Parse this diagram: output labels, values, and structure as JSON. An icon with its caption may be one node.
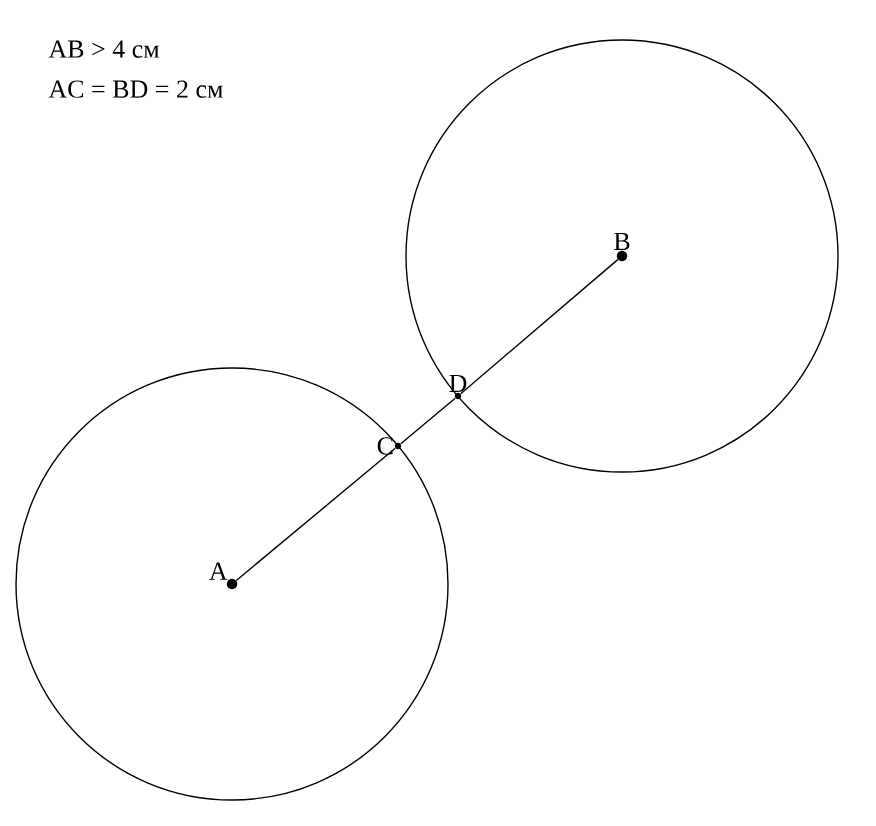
{
  "diagram": {
    "nodes": [
      {
        "text": [
          "A"
        ]
      },
      {
        "text": [
          "B"
        ]
      },
      {
        "text": [
          "C"
        ]
      },
      {
        "text": [
          "D"
        ]
      }
    ],
    "edges": [
      {
        "from": 0,
        "to": 2,
        "arrow": "none"
      },
      {
        "from": 2,
        "to": 3,
        "arrow": "none"
      },
      {
        "from": 3,
        "to": 1,
        "arrow": "none"
      }
    ],
    "labels": [
      "AB > 4 см",
      "AC = BD = 2 см"
    ]
  }
}
